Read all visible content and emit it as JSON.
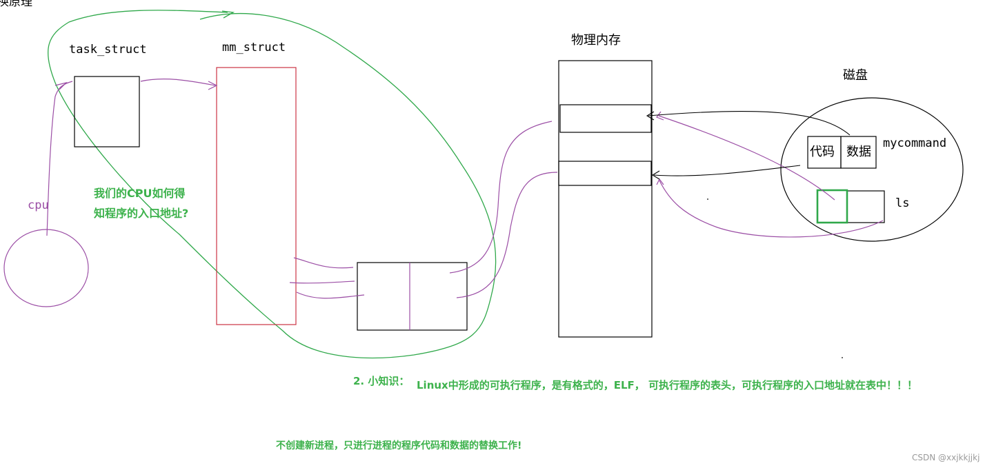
{
  "diagram": {
    "corner_title": "换原理",
    "task_struct_label": "task_struct",
    "mm_struct_label": "mm_struct",
    "physical_memory_label": "物理内存",
    "disk_label": "磁盘",
    "code_label": "代码",
    "data_label": "数据",
    "mycommand_label": "mycommand",
    "ls_label": "ls",
    "cpu_label": "cpu",
    "question_line1": "我们的CPU如何得",
    "question_line2": "知程序的入口地址?",
    "tip_title": "2. 小知识：",
    "tip_text": "Linux中形成的可执行程序，是有格式的，ELF， 可执行程序的表头，可执行程序的入口地址就在表中！！！",
    "bottom_note": "不创建新进程，只进行进程的程序代码和数据的替换工作!",
    "watermark": "CSDN @xxjkkjjkj"
  },
  "colors": {
    "ink": "#000000",
    "red": "#cc3344",
    "purple": "#9b4ea5",
    "green": "#2fa84a",
    "label_green": "#3db24c",
    "watermark": "#9a9a9a"
  }
}
